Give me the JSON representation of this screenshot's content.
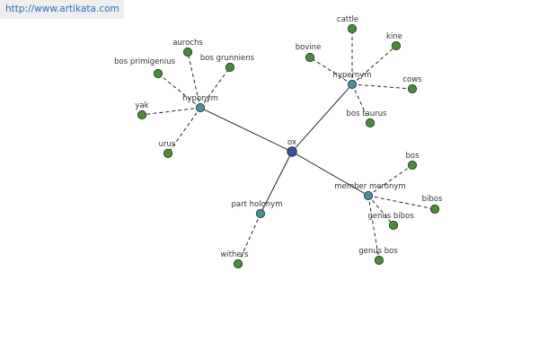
{
  "watermark": "http://www.artikata.com",
  "colors": {
    "center_node": "#3f4f9a",
    "relation_node": "#4f8f96",
    "leaf_node": "#4e8a3e",
    "edge": "#111111",
    "link": "#2a6fb8"
  },
  "graph": {
    "center": {
      "id": "ox",
      "label": "ox"
    },
    "relations": [
      {
        "id": "hyponym",
        "label": "hyponym"
      },
      {
        "id": "hypernym",
        "label": "hypernym"
      },
      {
        "id": "member_meronym",
        "label": "member meronym"
      },
      {
        "id": "part_holonym",
        "label": "part holonym"
      }
    ],
    "leaves": [
      {
        "id": "aurochs",
        "label": "aurochs",
        "relation": "hyponym"
      },
      {
        "id": "bos_primigenius",
        "label": "bos primigenius",
        "relation": "hyponym"
      },
      {
        "id": "bos_grunniens",
        "label": "bos grunniens",
        "relation": "hyponym"
      },
      {
        "id": "yak",
        "label": "yak",
        "relation": "hyponym"
      },
      {
        "id": "urus",
        "label": "urus",
        "relation": "hyponym"
      },
      {
        "id": "cattle",
        "label": "cattle",
        "relation": "hypernym"
      },
      {
        "id": "kine",
        "label": "kine",
        "relation": "hypernym"
      },
      {
        "id": "bovine",
        "label": "bovine",
        "relation": "hypernym"
      },
      {
        "id": "cows",
        "label": "cows",
        "relation": "hypernym"
      },
      {
        "id": "bos_taurus",
        "label": "bos taurus",
        "relation": "hypernym"
      },
      {
        "id": "bos",
        "label": "bos",
        "relation": "member_meronym"
      },
      {
        "id": "bibos",
        "label": "bibos",
        "relation": "member_meronym"
      },
      {
        "id": "genus_bibos",
        "label": "genus bibos",
        "relation": "member_meronym"
      },
      {
        "id": "genus_bos",
        "label": "genus bos",
        "relation": "member_meronym"
      },
      {
        "id": "withers",
        "label": "withers",
        "relation": "part_holonym"
      }
    ]
  }
}
